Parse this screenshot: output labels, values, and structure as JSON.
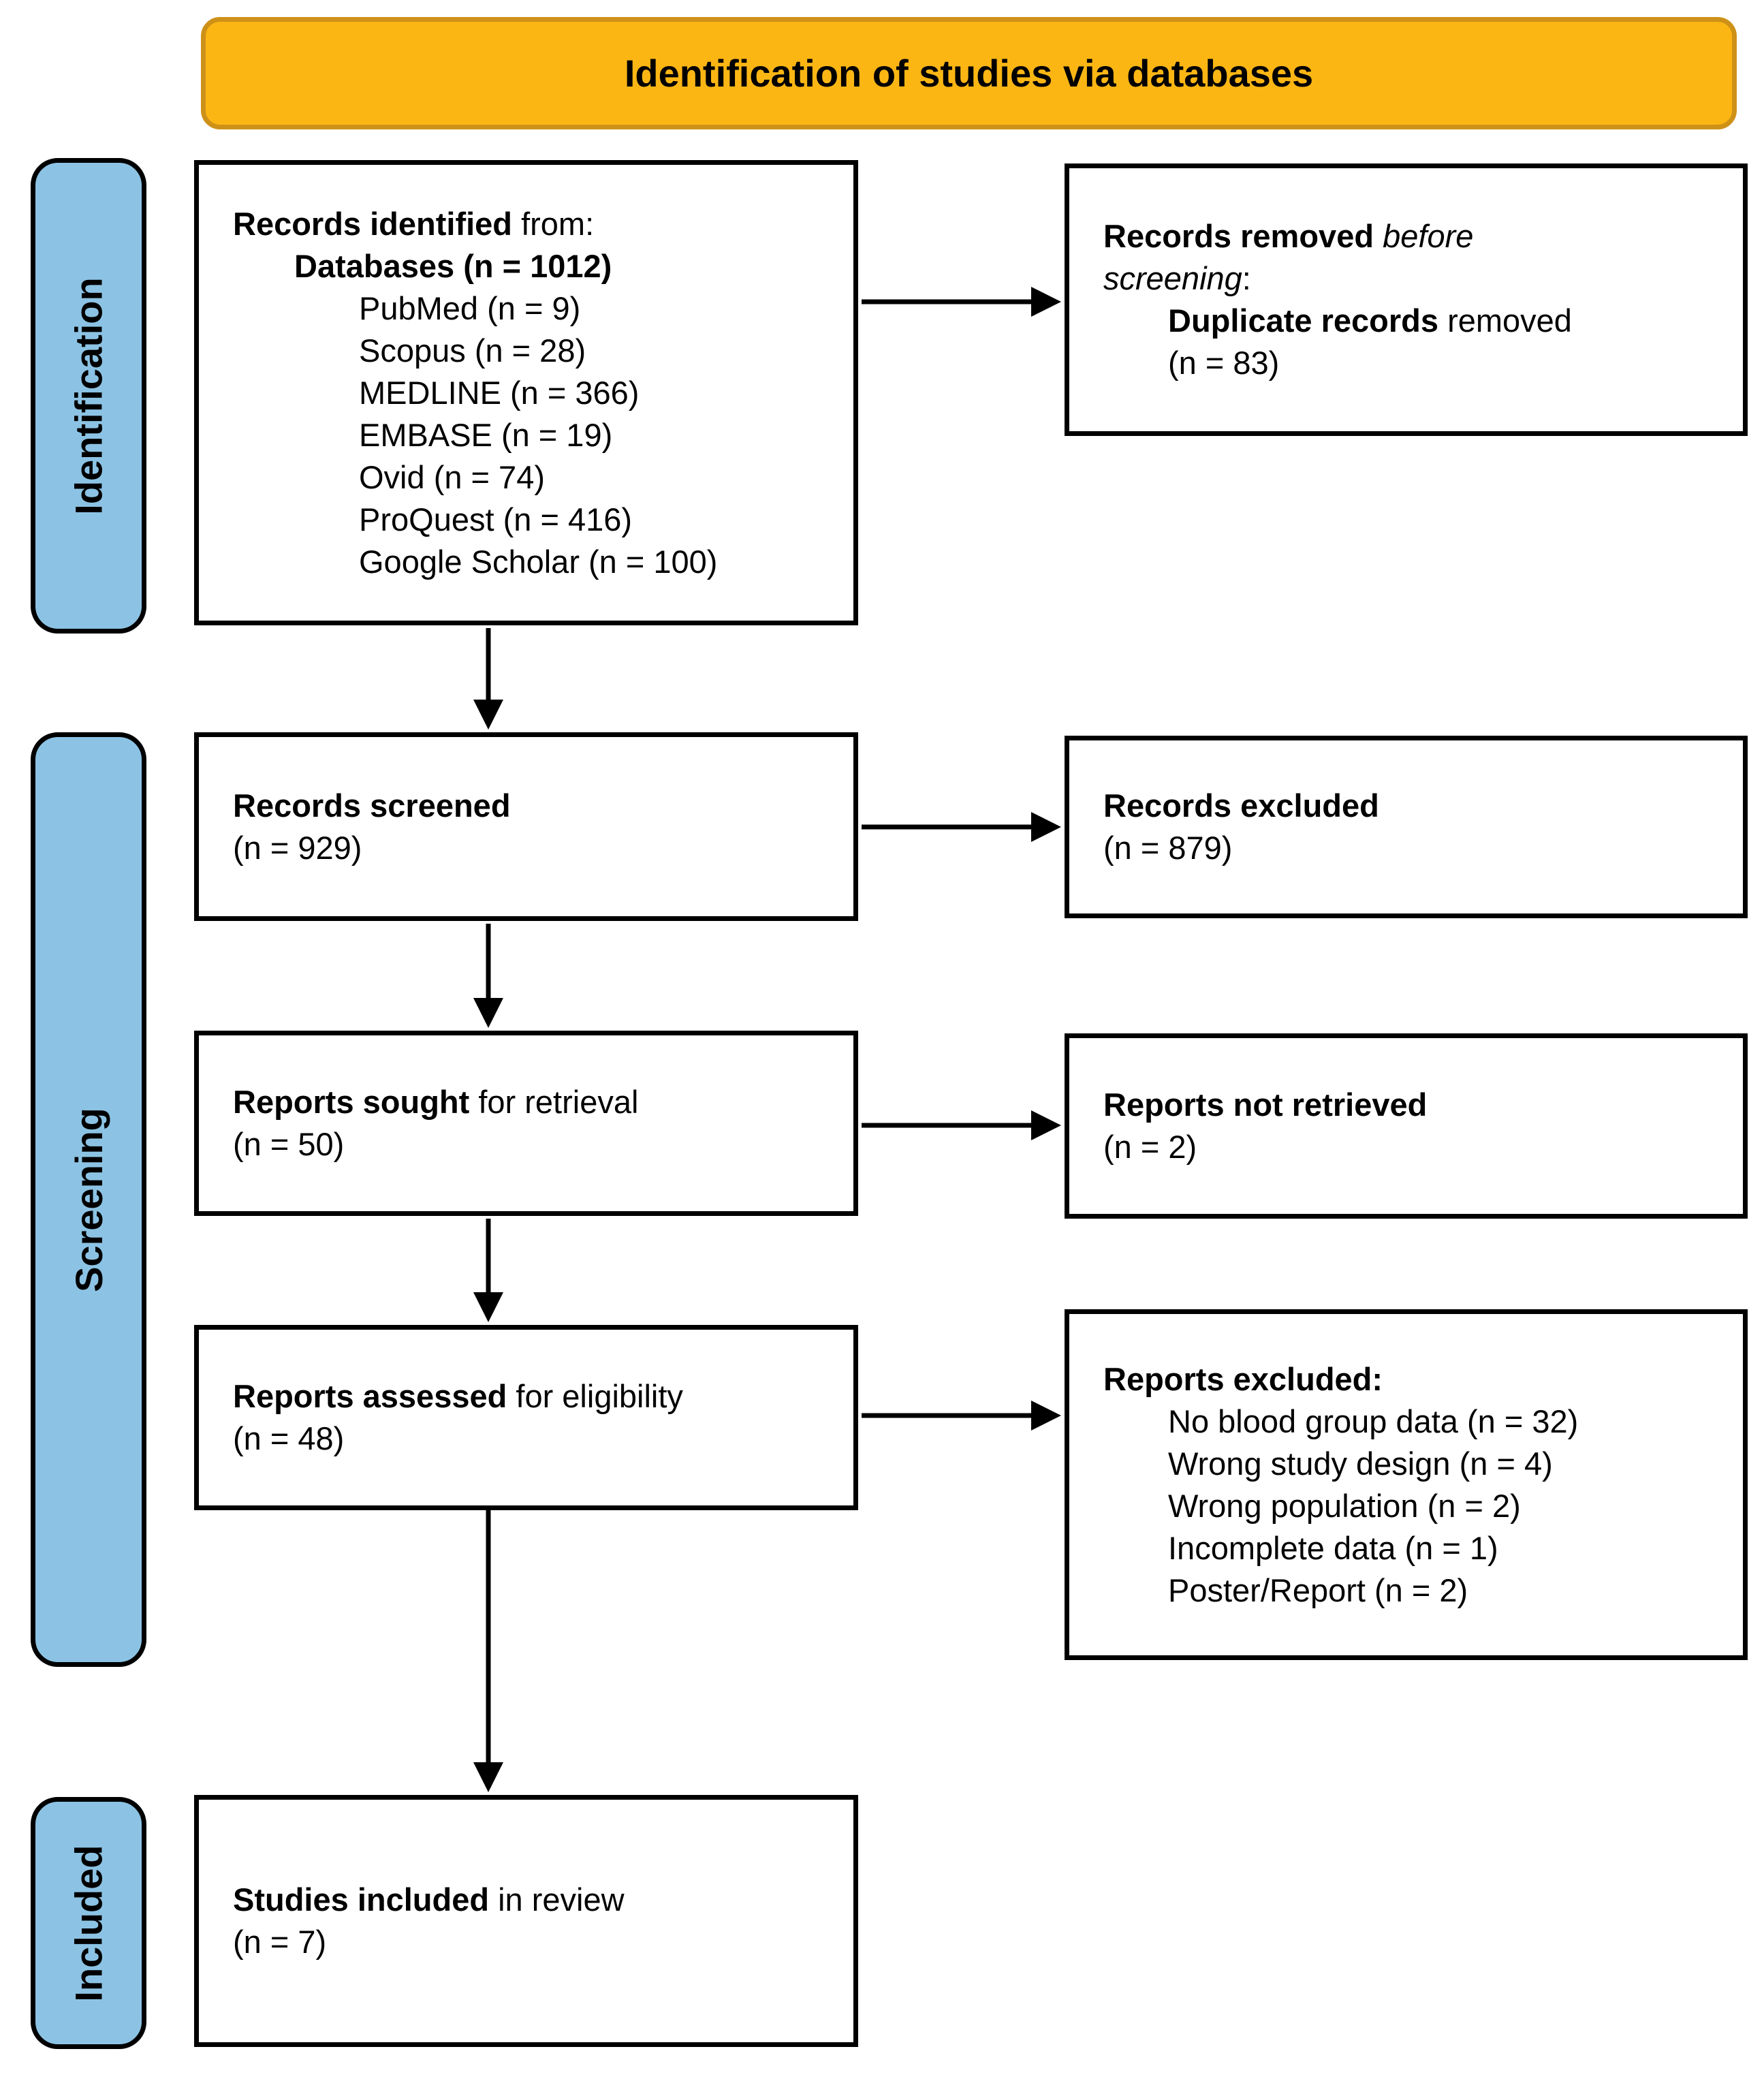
{
  "title": "Identification of studies via databases",
  "colors": {
    "banner-fill": "#FCB614",
    "banner-border": "#CE9118",
    "stage-fill": "#8CC3E4",
    "line-color": "#000000"
  },
  "stages": {
    "identification": "Identification",
    "screening": "Screening",
    "included": "Included"
  },
  "boxes": {
    "records_identified": {
      "heading_bold": "Records identified",
      "heading_rest": " from:",
      "subheading_bold": "Databases (n = 1012)",
      "items": [
        "PubMed (n = 9)",
        "Scopus (n = 28)",
        "MEDLINE (n = 366)",
        "EMBASE (n = 19)",
        "Ovid (n = 74)",
        "ProQuest (n = 416)",
        "Google Scholar (n = 100)"
      ]
    },
    "records_removed": {
      "bold": "Records removed",
      "italic_line1": " before",
      "italic_line2": "screening",
      "suffix": ":",
      "detail_bold": "Duplicate records",
      "detail_rest": " removed",
      "count": "(n = 83)"
    },
    "records_screened": {
      "bold": "Records screened",
      "count": "(n = 929)"
    },
    "records_excluded": {
      "bold": "Records excluded",
      "count": "(n = 879)"
    },
    "reports_sought": {
      "bold": "Reports sought",
      "rest": " for retrieval",
      "count": "(n = 50)"
    },
    "reports_not_retrieved": {
      "bold": "Reports not retrieved",
      "count": "(n = 2)"
    },
    "reports_assessed": {
      "bold": "Reports assessed",
      "rest": " for eligibility",
      "count": "(n = 48)"
    },
    "reports_excluded": {
      "bold": "Reports excluded:",
      "items": [
        "No blood group data (n = 32)",
        "Wrong study design (n = 4)",
        "Wrong population (n = 2)",
        "Incomplete data (n = 1)",
        "Poster/Report (n = 2)"
      ]
    },
    "studies_included": {
      "bold": "Studies included",
      "rest": " in review",
      "count": "(n = 7)"
    }
  }
}
